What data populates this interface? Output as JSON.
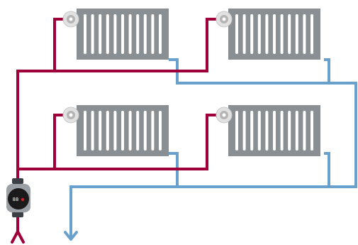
{
  "diagram": {
    "radiators": [
      {
        "id": "radiator-top-left",
        "fins": 11
      },
      {
        "id": "radiator-top-right",
        "fins": 11
      },
      {
        "id": "radiator-bottom-left",
        "fins": 11
      },
      {
        "id": "radiator-bottom-right",
        "fins": 11
      }
    ],
    "pump": {
      "display_text": "88"
    },
    "colors": {
      "supply": "#a0003a",
      "return": "#6aa0cc",
      "radiator_body": "#8a8f94",
      "radiator_fin": "#ffffff",
      "valve_outer": "#e2e2e2",
      "valve_inner": "#b5b5b5",
      "pump_body": "#9aa0a6",
      "pump_face": "#1a1a1a"
    },
    "icons": {
      "return_arrow": "arrow-down-icon",
      "supply_inlet": "fork-inlet-icon"
    }
  }
}
